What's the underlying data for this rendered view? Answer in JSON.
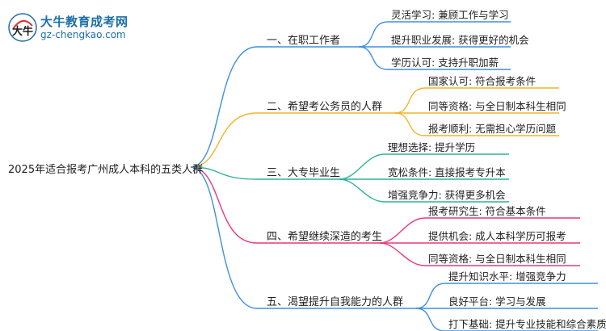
{
  "logo": {
    "mark_text": "大牛",
    "title": "大牛教育成考网",
    "url": "gz-chengkao.com",
    "color": "#1c6fa8"
  },
  "root": {
    "label": "2025年适合报考广州成人本科的五类人群"
  },
  "branches": [
    {
      "label": "一、在职工作者",
      "color": "#3f8fe0",
      "leaves": [
        "灵活学习: 兼顾工作与学习",
        "提升职业发展: 获得更好的机会",
        "学历认可: 支持升职加薪"
      ]
    },
    {
      "label": "二、希望考公务员的人群",
      "color": "#f0b429",
      "leaves": [
        "国家认可: 符合报考条件",
        "同等资格: 与全日制本科生相同",
        "报考顺利: 无需担心学历问题"
      ]
    },
    {
      "label": "三、大专毕业生",
      "color": "#2bb39a",
      "leaves": [
        "理想选择: 提升学历",
        "宽松条件: 直接报考专升本",
        "增强竞争力: 获得更多机会"
      ]
    },
    {
      "label": "四、希望继续深造的考生",
      "color": "#e8387c",
      "leaves": [
        "报考研究生: 符合基本条件",
        "提供机会: 成人本科学历可报考",
        "同等资格: 与全日制本科生相同"
      ]
    },
    {
      "label": "五、渴望提升自我能力的人群",
      "color": "#3f8fe0",
      "leaves": [
        "提升知识水平: 增强竞争力",
        "良好平台: 学习与发展",
        "打下基础: 提升专业技能和综合素质"
      ]
    }
  ]
}
